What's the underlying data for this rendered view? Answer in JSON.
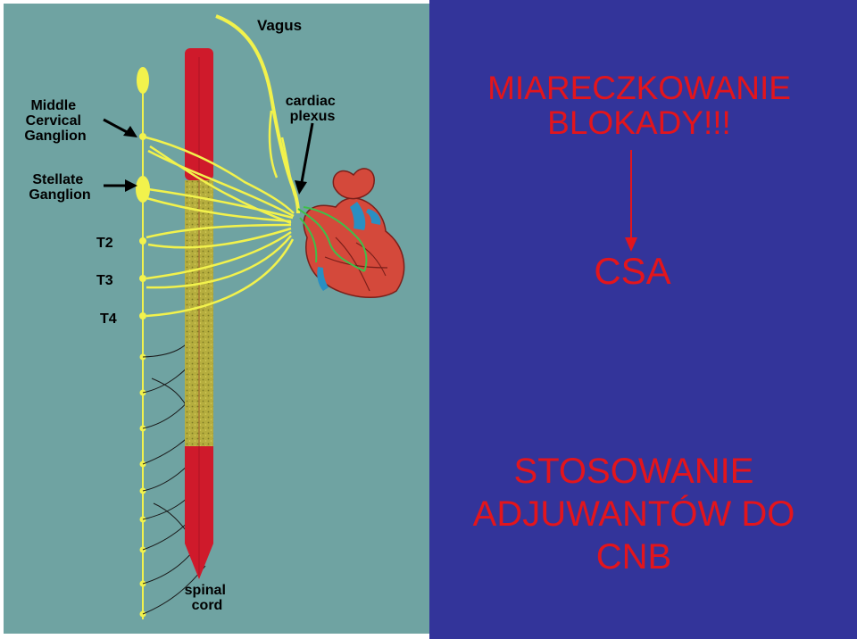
{
  "colors": {
    "left_background": "#6fa3a2",
    "right_background": "#33349a",
    "heading_text": "#e3151c",
    "nerve": "#f2f24c",
    "spinal_cord_red": "#cf1a2b",
    "spinal_cord_yellow": "#b8b040",
    "arrow": "#000000",
    "heart_red": "#d4493b",
    "heart_blue": "#2a8fc2"
  },
  "diagram": {
    "labels": {
      "middle_cervical_ganglion": [
        "Middle",
        "Cervical",
        "Ganglion"
      ],
      "stellate_ganglion": [
        "Stellate",
        "Ganglion"
      ],
      "t2": "T2",
      "t3": "T3",
      "t4": "T4",
      "vagus": "Vagus",
      "cardiac_plexus": [
        "cardiac",
        "plexus"
      ],
      "spinal_cord": [
        "spinal",
        "cord"
      ]
    }
  },
  "headings": {
    "title": [
      "MIARECZKOWANIE",
      "BLOKADY!!!"
    ],
    "csa": "CSA",
    "bottom": [
      "STOSOWANIE",
      "ADJUWANTÓW DO",
      "CNB"
    ]
  }
}
